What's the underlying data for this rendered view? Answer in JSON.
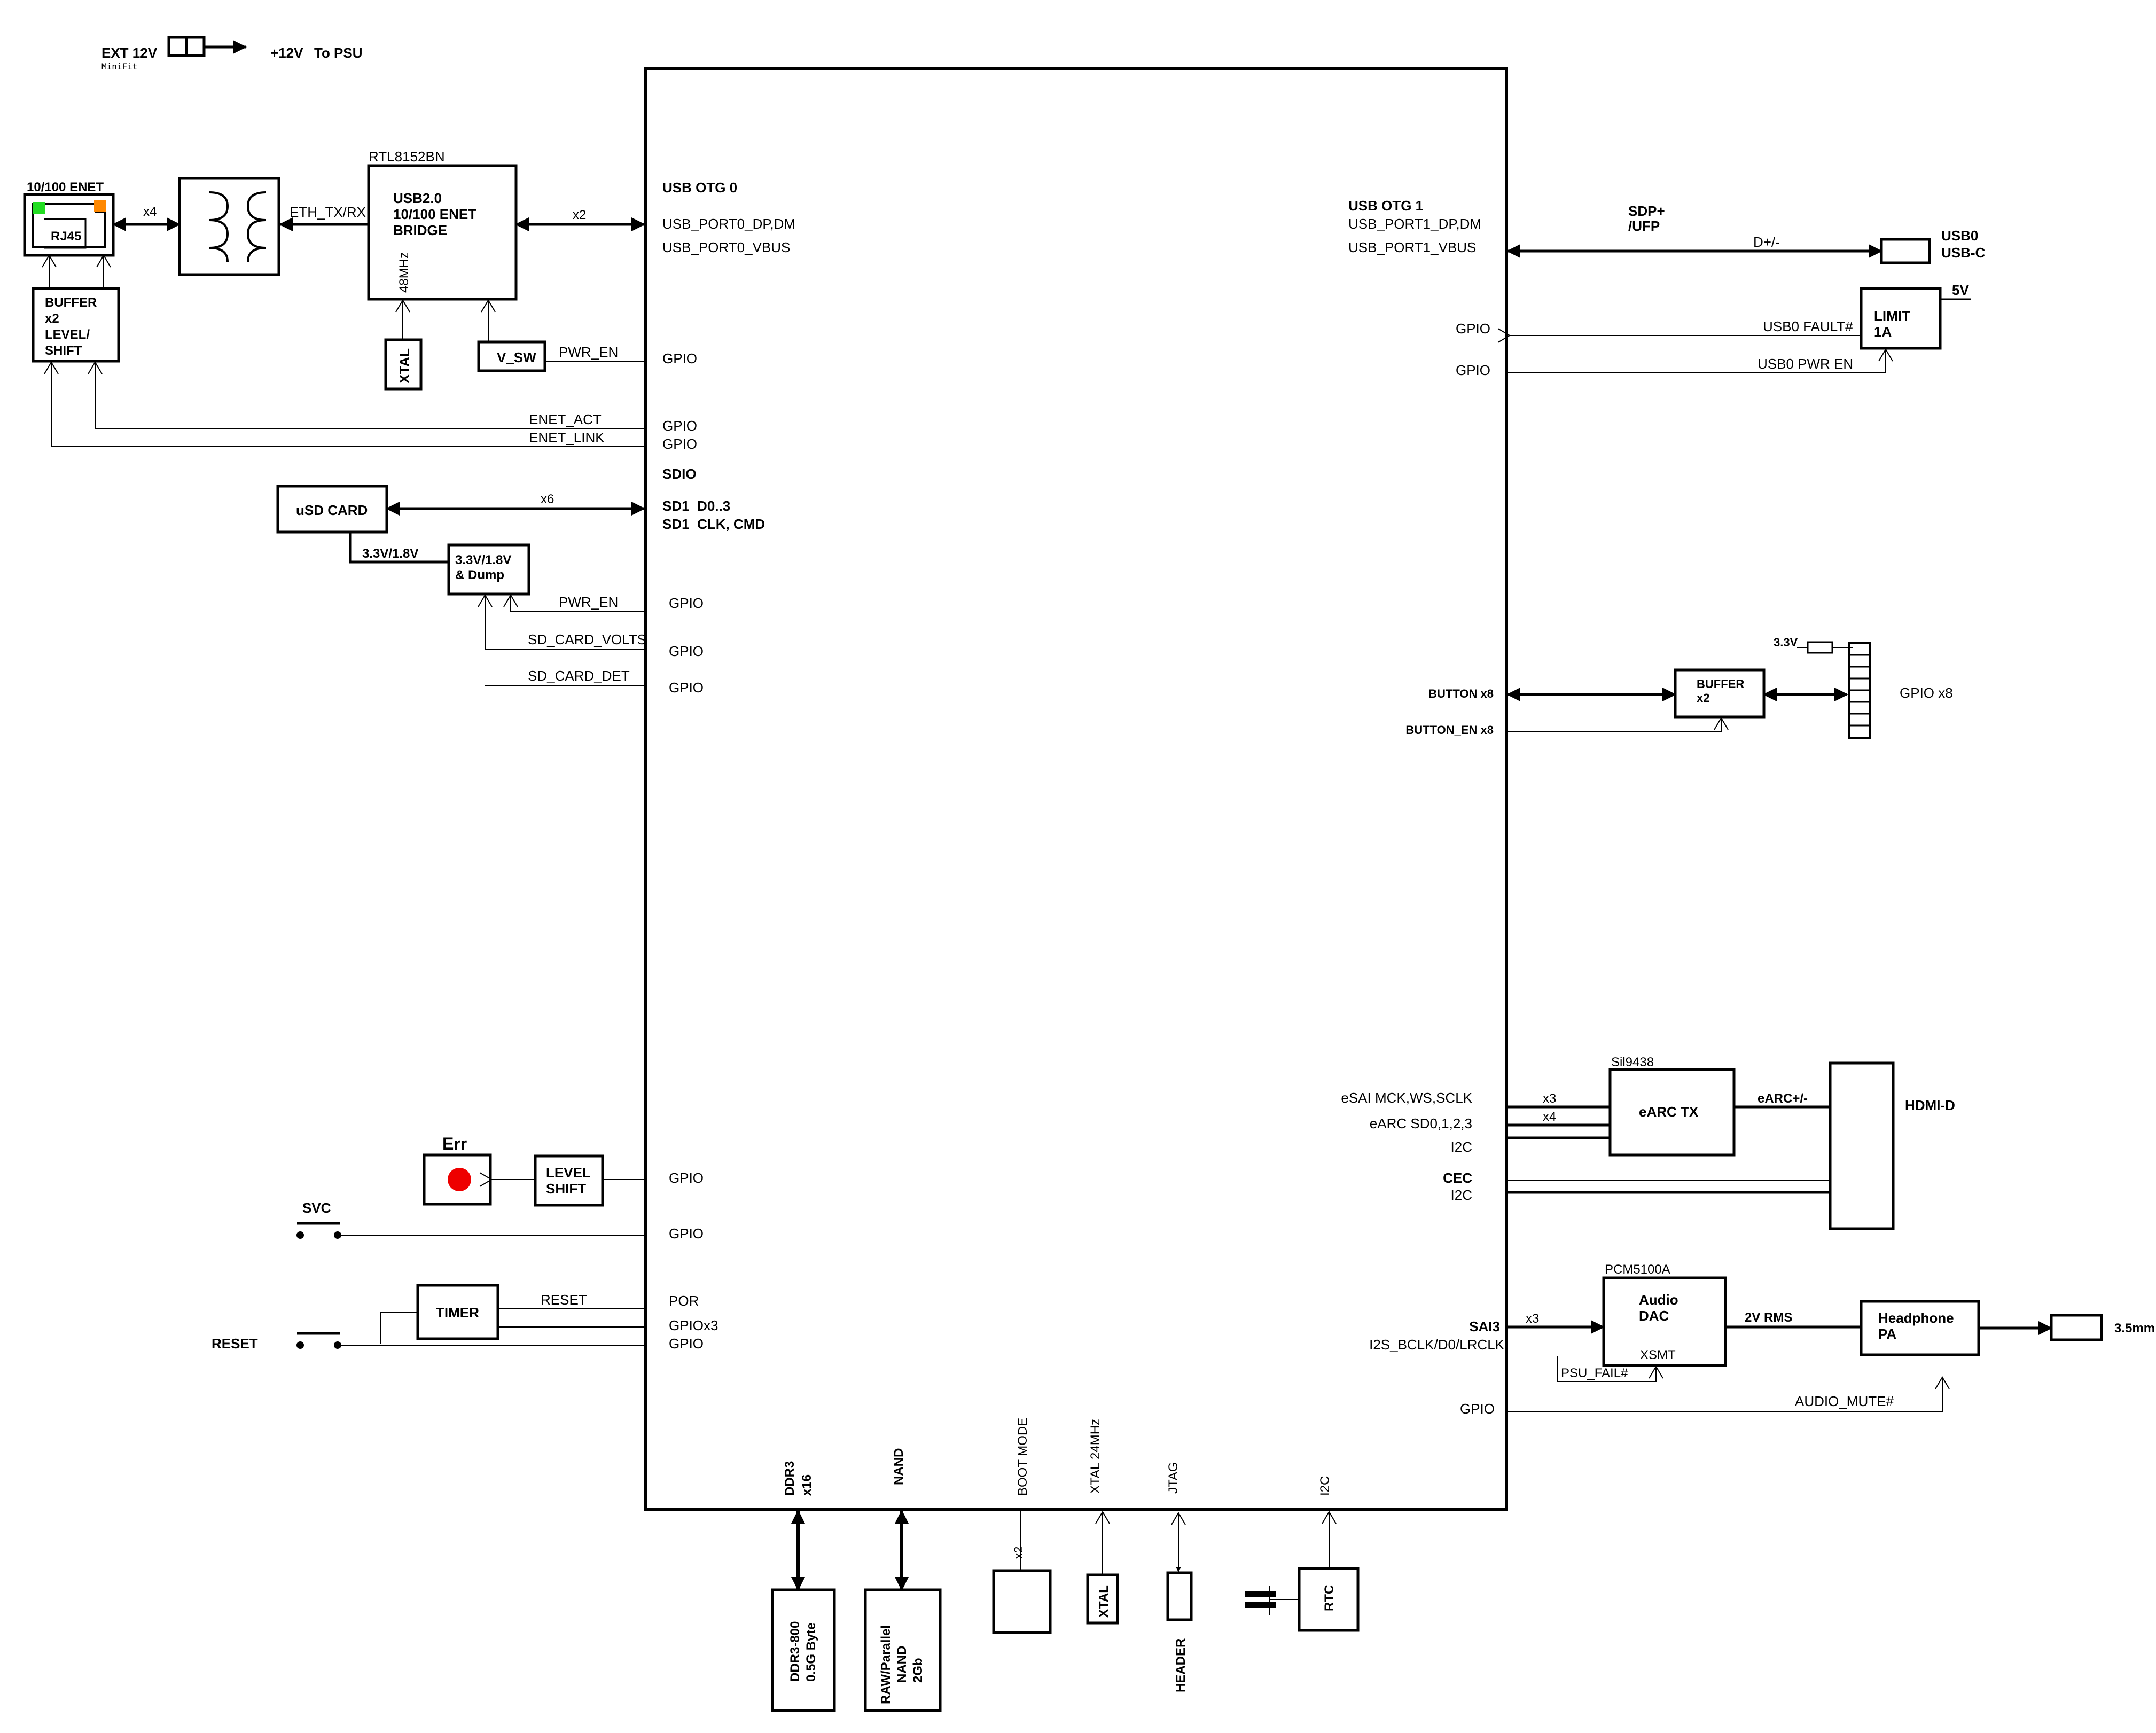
{
  "power": {
    "ext": "EXT 12V",
    "minifit": "MiniFit",
    "plus12": "+12V",
    "to_psu": "To PSU"
  },
  "soc": {
    "usb_otg0": "USB OTG 0",
    "usb_port0_dp": "USB_PORT0_DP,DM",
    "usb_port0_vbus": "USB_PORT0_VBUS",
    "gpio_pwr": "GPIO",
    "gpio_enet_act": "GPIO",
    "gpio_enet_link": "GPIO",
    "sdio": "SDIO",
    "sd1_d": "SD1_D0..3",
    "sd1_clk": "SD1_CLK, CMD",
    "gpio_sd_pwr": "GPIO",
    "gpio_sd_volts": "GPIO",
    "gpio_sd_det": "GPIO",
    "gpio_err": "GPIO",
    "gpio_svc": "GPIO",
    "por": "POR",
    "gpiox3": "GPIOx3",
    "gpio_reset": "GPIO",
    "usb_otg1": "USB OTG 1",
    "usb_port1_dp": "USB_PORT1_DP,DM",
    "usb_port1_vbus": "USB_PORT1_VBUS",
    "gpio_fault": "GPIO",
    "gpio_pwren": "GPIO",
    "button_x8": "BUTTON x8",
    "button_en_x8": "BUTTON_EN x8",
    "esai": "eSAI MCK,WS,SCLK",
    "earc_sd": "eARC SD0,1,2,3",
    "i2c_a": "I2C",
    "cec": "CEC",
    "i2c_b": "I2C",
    "sai3": "SAI3",
    "i2s": "I2S_BCLK/D0/LRCLK",
    "gpio_mute": "GPIO",
    "ddr3": "DDR3",
    "x16": "x16",
    "nand": "NAND",
    "boot_mode": "BOOT MODE",
    "xtal24": "XTAL 24MHz",
    "jtag": "JTAG",
    "i2c_bottom": "I2C"
  },
  "left": {
    "enet_title": "10/100 ENET",
    "rj45": "RJ45",
    "x4": "x4",
    "buffer": [
      "BUFFER",
      "x2",
      "LEVEL/",
      "SHIFT"
    ],
    "eth_txrx": "ETH_TX/RX",
    "rtl": "RTL8152BN",
    "bridge": [
      "USB2.0",
      "10/100 ENET",
      "BRIDGE"
    ],
    "mhz48": "48MHz",
    "x2": "x2",
    "xtal": "XTAL",
    "vsw": "V_SW",
    "pwr_en": "PWR_EN",
    "enet_act": "ENET_ACT",
    "enet_link": "ENET_LINK",
    "usd_card": "uSD CARD",
    "x6": "x6",
    "v33_18": "3.3V/1.8V",
    "dump": [
      "3.3V/1.8V",
      "& Dump"
    ],
    "sd_pwr_en": "PWR_EN",
    "sd_card_volts": "SD_CARD_VOLTS",
    "sd_card_det": "SD_CARD_DET",
    "err": "Err",
    "level_shift": [
      "LEVEL",
      "SHIFT"
    ],
    "svc": "SVC",
    "timer": "TIMER",
    "reset_net": "RESET",
    "reset": "RESET"
  },
  "right": {
    "sdp": "SDP+",
    "ufp": "/UFP",
    "dpm": "D+/-",
    "usb0": "USB0",
    "usbc": "USB-C",
    "v5": "5V",
    "limit": [
      "LIMIT",
      "1A"
    ],
    "usb0_fault": "USB0 FAULT#",
    "usb0_pwr_en": "USB0 PWR EN",
    "v33": "3.3V",
    "buffer": [
      "BUFFER",
      "x2"
    ],
    "gpio_x8": "GPIO x8",
    "sil": "Sil9438",
    "x3": "x3",
    "x4": "x4",
    "earc_tx": "eARC TX",
    "earc_pm": "eARC+/-",
    "hdmi": "HDMI-D",
    "pcm": "PCM5100A",
    "sai_x3": "x3",
    "dac": [
      "Audio",
      "DAC"
    ],
    "xsmt": "XSMT",
    "psu_fail": "PSU_FAIL#",
    "rms": "2V RMS",
    "hp": [
      "Headphone",
      "PA"
    ],
    "jack": "3.5mm",
    "audio_mute": "AUDIO_MUTE#"
  },
  "bottom": {
    "ddr": [
      "DDR3-800",
      "0.5G Byte"
    ],
    "nand": [
      "RAW/Parallel",
      "NAND",
      "2Gb"
    ],
    "x2": "x2",
    "xtal": "XTAL",
    "header": "HEADER",
    "rtc": "RTC"
  },
  "colors": {
    "led_green": "#22dd22",
    "led_orange": "#ff8800",
    "err_led": "#ee0000"
  }
}
